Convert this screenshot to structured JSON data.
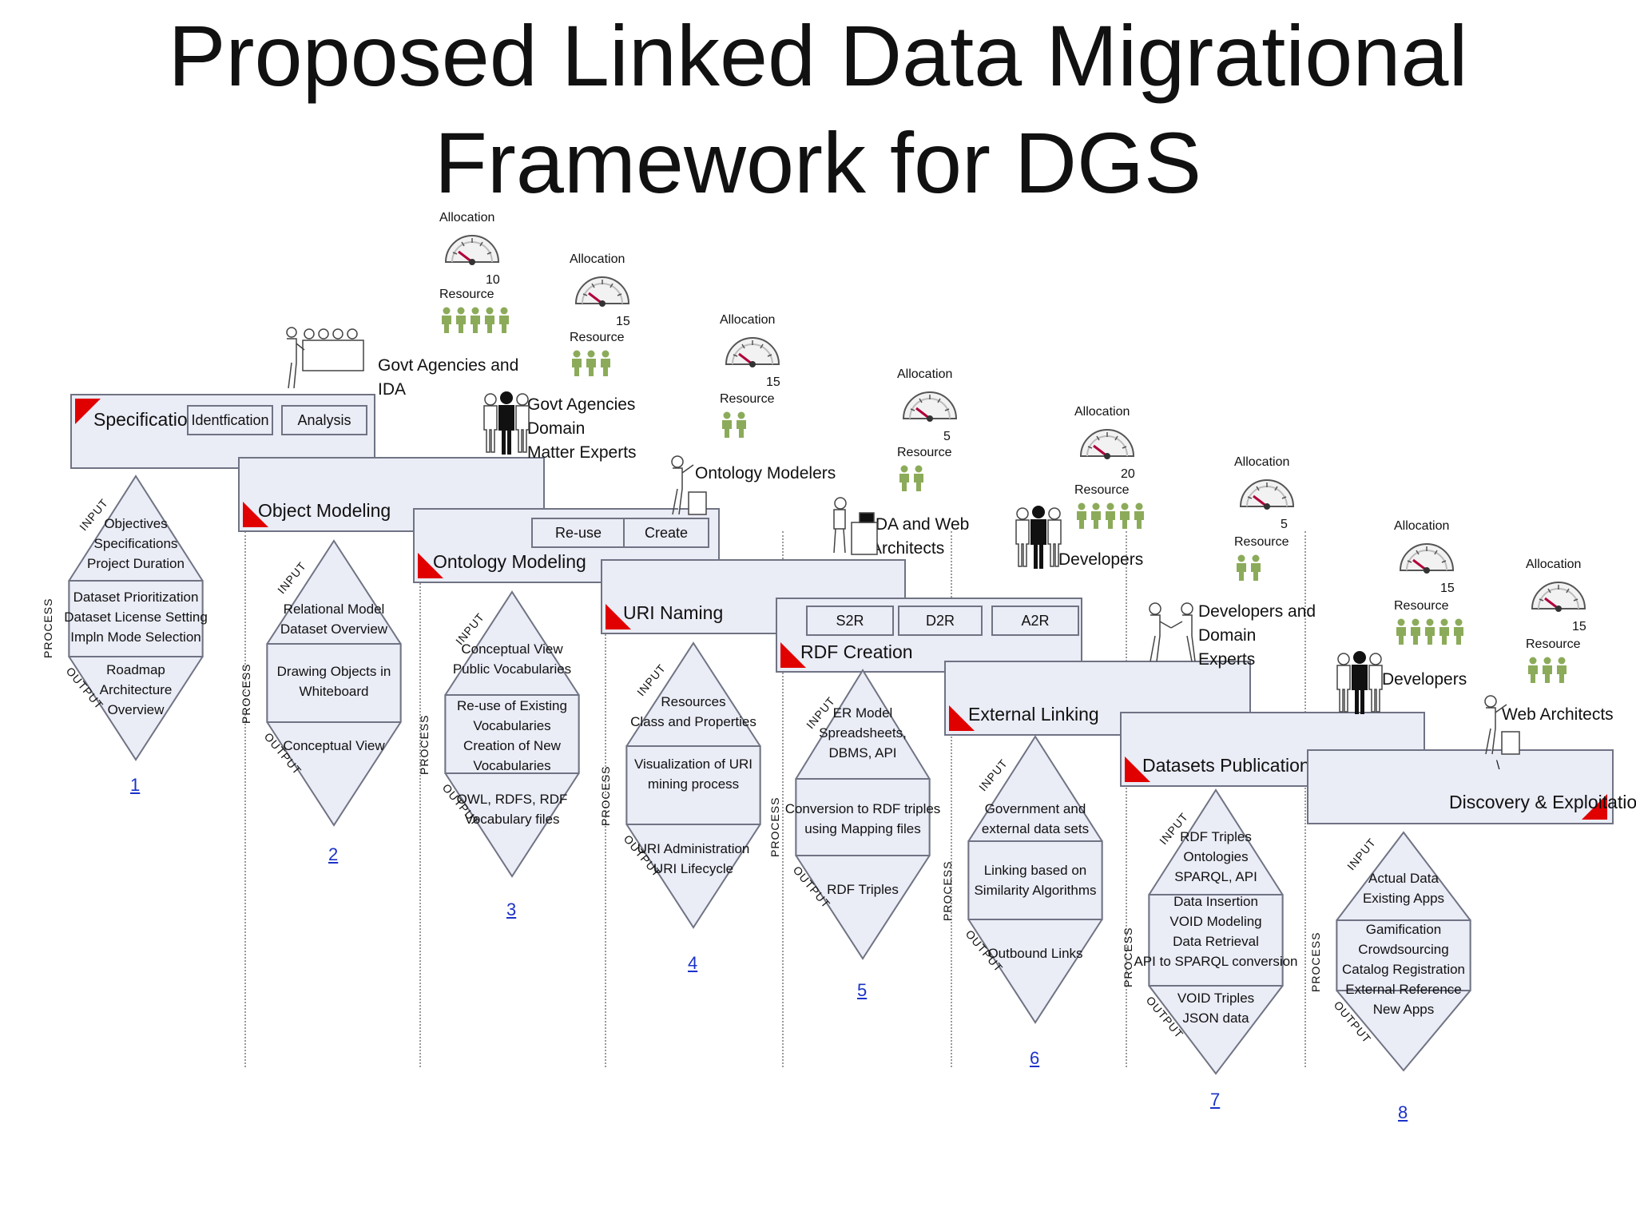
{
  "title": {
    "line1": "Proposed Linked Data Migrational",
    "line2": "Framework for DGS"
  },
  "labels": {
    "allocation": "Allocation",
    "resource": "Resource",
    "input": "INPUT",
    "process": "PROCESS",
    "output": "OUTPUT"
  },
  "colors": {
    "stage_fill": "#eaecf6",
    "stage_border": "#6f7383",
    "flag": "#e00000",
    "link": "#1b32c8",
    "person": "#8cab5a"
  },
  "stages": [
    {
      "name": "Specification",
      "num": "1",
      "subs": [
        "Identfication",
        "Analysis"
      ],
      "input": "Objectives\nSpecifications\nProject Duration",
      "process": "Dataset Prioritization\nDataset License Setting\nImpln Mode Selection",
      "output": "Roadmap\nArchitecture\nOverview",
      "allocation": "10",
      "resource_count": 5,
      "actor": "Govt Agencies and IDA"
    },
    {
      "name": "Object Modeling",
      "num": "2",
      "subs": [],
      "input": "Relational Model\nDataset Overview",
      "process": "Drawing Objects in\nWhiteboard",
      "output": "Conceptual View",
      "allocation": "15",
      "resource_count": 3,
      "actor": "Govt Agencies Domain\nMatter Experts"
    },
    {
      "name": "Ontology Modeling",
      "num": "3",
      "subs": [
        "Re-use",
        "Create"
      ],
      "input": "Conceptual View\nPublic Vocabularies",
      "process": "Re-use of Existing\nVocabularies\nCreation of New\nVocabularies",
      "output": "OWL, RDFS, RDF\nVocabulary files",
      "allocation": "15",
      "resource_count": 2,
      "actor": "Ontology Modelers"
    },
    {
      "name": "URI Naming",
      "num": "4",
      "subs": [],
      "input": "Resources\nClass and Properties",
      "process": "Visualization of URI\nmining process",
      "output": "URI Administration\nURI Lifecycle",
      "allocation": "5",
      "resource_count": 2,
      "actor": "IDA and Web Architects"
    },
    {
      "name": "RDF Creation",
      "num": "5",
      "subs": [
        "S2R",
        "D2R",
        "A2R"
      ],
      "input": "ER Model\nSpreadsheets,\nDBMS, API",
      "process": "Conversion to RDF triples\nusing Mapping files",
      "output": "RDF Triples",
      "allocation": "20",
      "resource_count": 5,
      "actor": "Developers"
    },
    {
      "name": "External Linking",
      "num": "6",
      "subs": [],
      "input": "Government and\nexternal data sets",
      "process": "Linking based on\nSimilarity Algorithms",
      "output": "Outbound Links",
      "allocation": "5",
      "resource_count": 2,
      "actor": "Developers and Domain\nExperts"
    },
    {
      "name": "Datasets Publication",
      "num": "7",
      "subs": [],
      "input": "RDF Triples\nOntologies\nSPARQL, API",
      "process": "Data Insertion\nVOID Modeling\nData Retrieval\nAPI to SPARQL conversion",
      "output": "VOID Triples\nJSON data",
      "allocation": "15",
      "resource_count": 5,
      "actor": "Developers"
    },
    {
      "name": "Discovery & Exploitation",
      "num": "8",
      "subs": [],
      "input": "Actual Data\nExisting Apps",
      "process": "Gamification\nCrowdsourcing\nCatalog Registration\nExternal Reference\nNew Apps",
      "output": "",
      "allocation": "15",
      "resource_count": 3,
      "actor": "Web Architects"
    }
  ],
  "stray_mark": "\\"
}
